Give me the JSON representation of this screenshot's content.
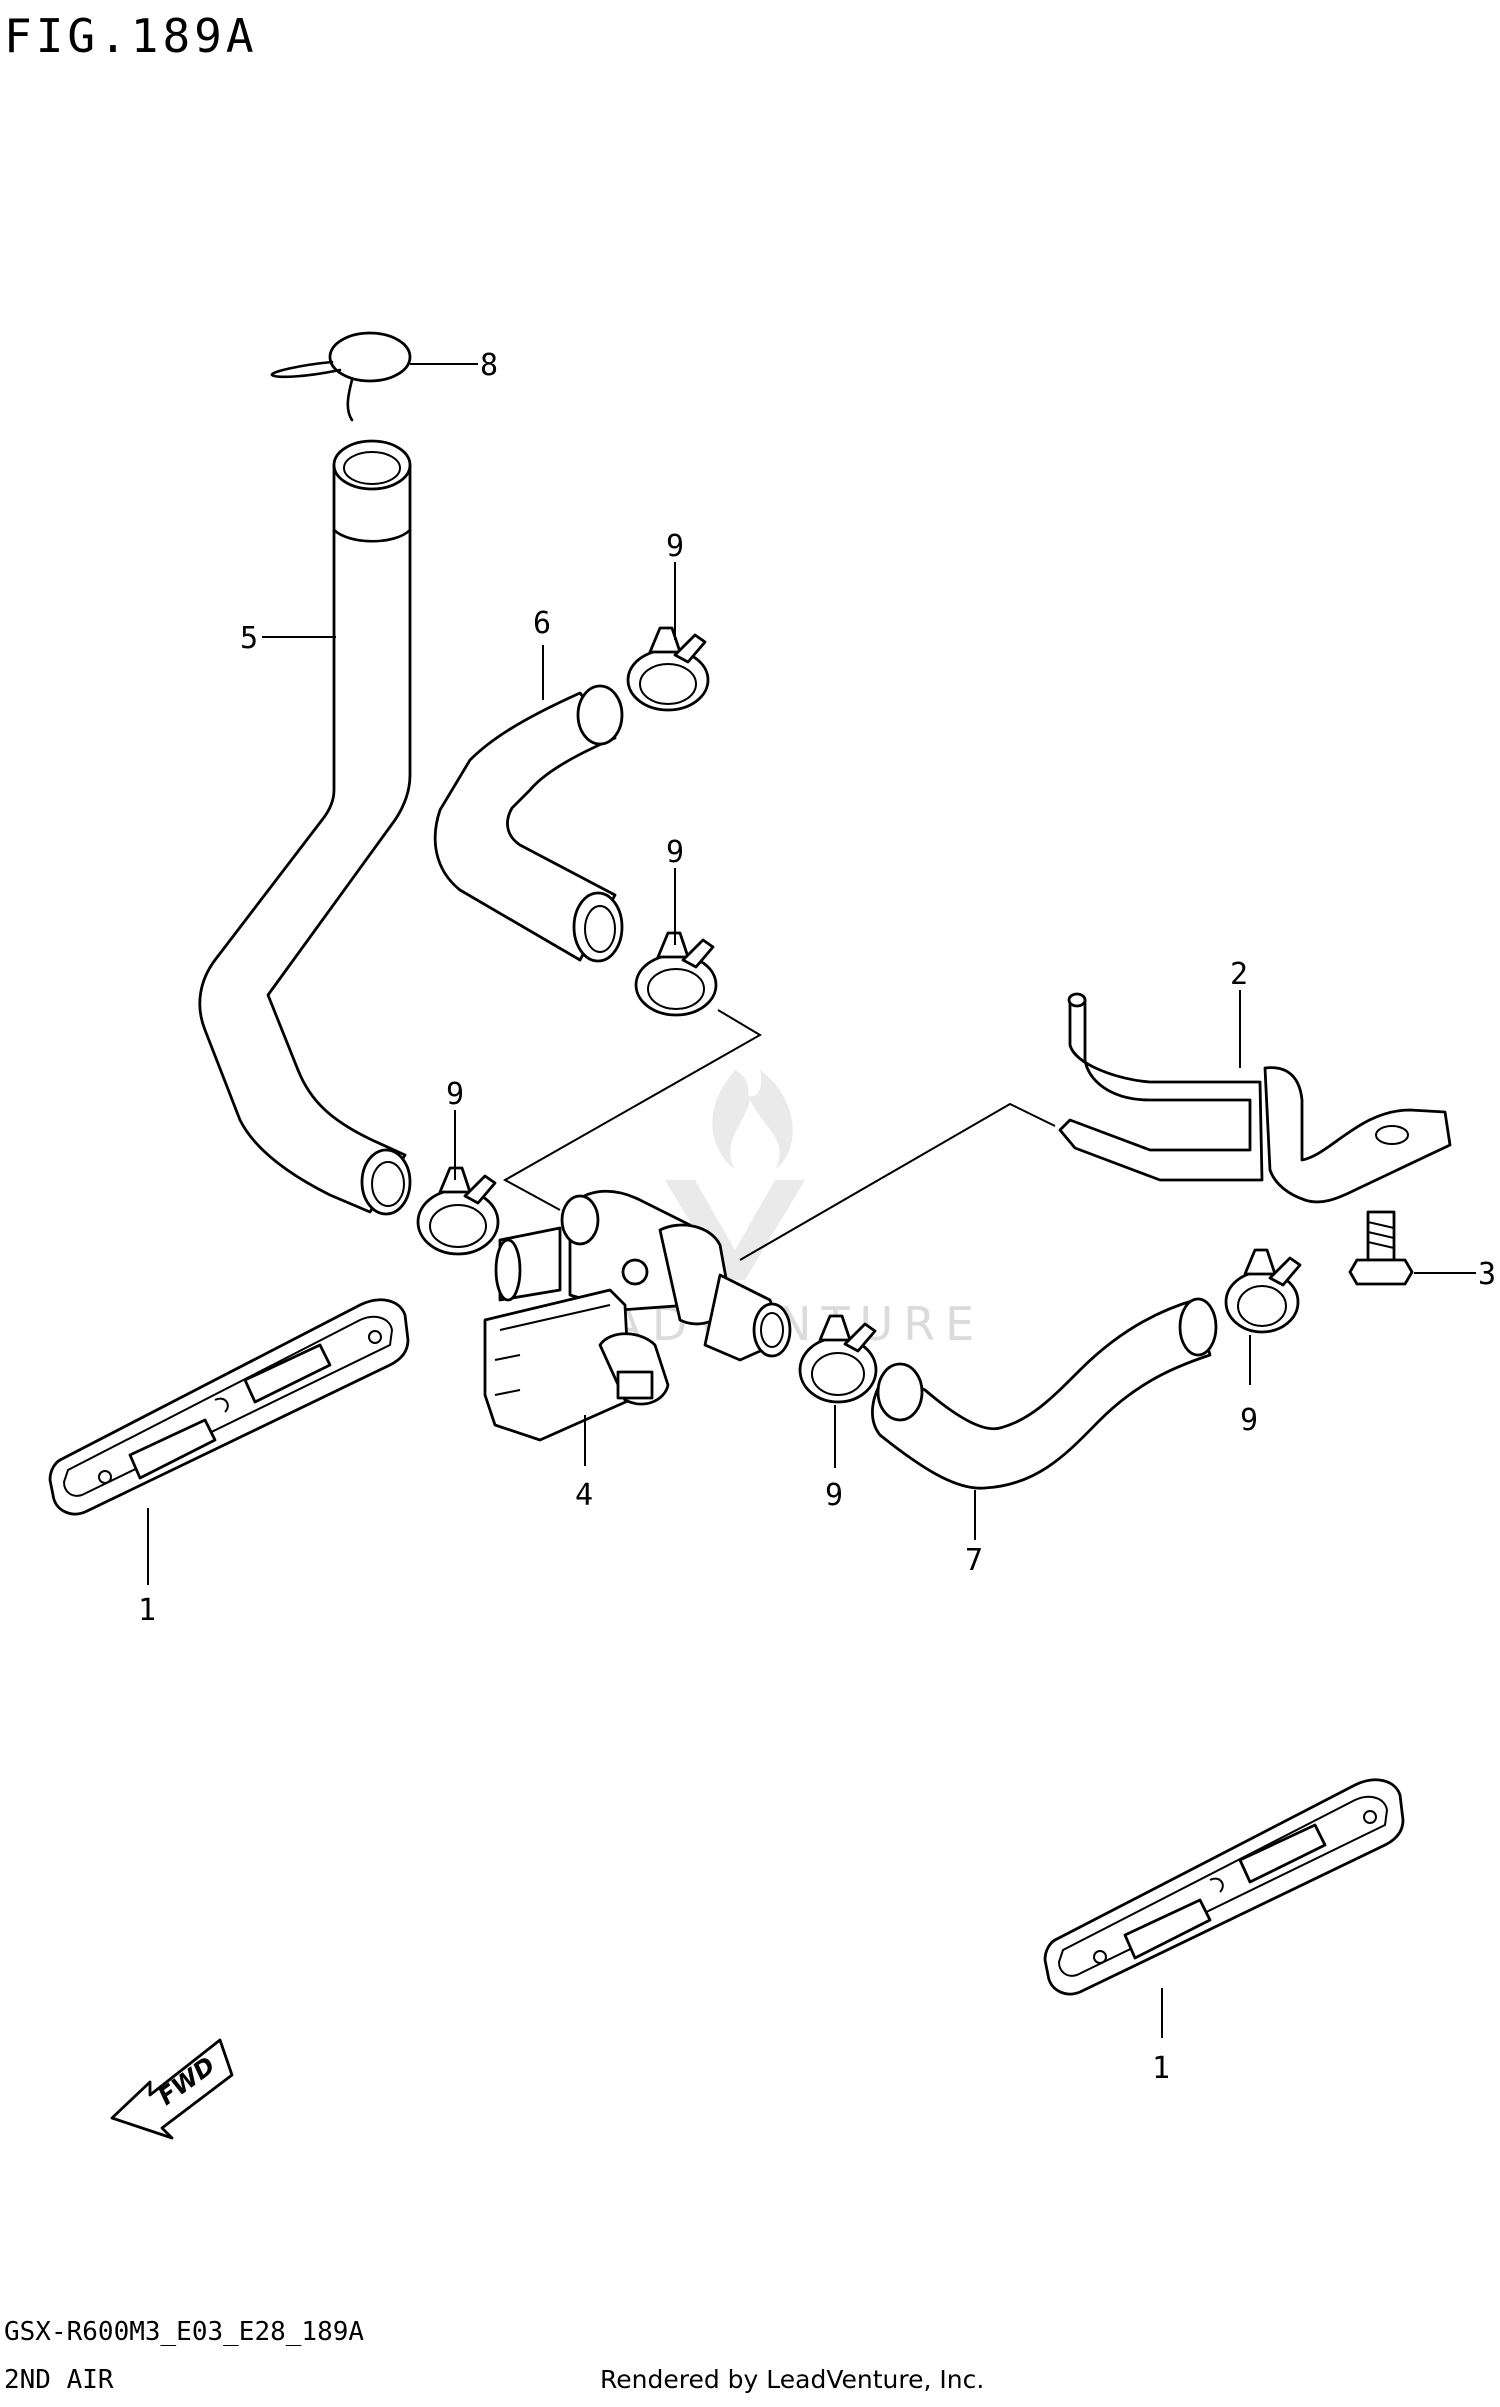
{
  "figure_title": "FIG.189A",
  "model_code": "GSX-R600M3_E03_E28_189A",
  "section_name": "2ND AIR",
  "credit": "Rendered by LeadVenture, Inc.",
  "direction_badge": "FWD",
  "watermark": {
    "icon": "flame-icon",
    "text": "LEADVENTURE"
  },
  "callouts": [
    {
      "id": "c8",
      "label": "8"
    },
    {
      "id": "c5",
      "label": "5"
    },
    {
      "id": "c6",
      "label": "6"
    },
    {
      "id": "c9a",
      "label": "9"
    },
    {
      "id": "c9b",
      "label": "9"
    },
    {
      "id": "c9c",
      "label": "9"
    },
    {
      "id": "c2",
      "label": "2"
    },
    {
      "id": "c3",
      "label": "3"
    },
    {
      "id": "c9d",
      "label": "9"
    },
    {
      "id": "c9e",
      "label": "9"
    },
    {
      "id": "c4",
      "label": "4"
    },
    {
      "id": "c7",
      "label": "7"
    },
    {
      "id": "c1a",
      "label": "1"
    },
    {
      "id": "c1b",
      "label": "1"
    }
  ]
}
